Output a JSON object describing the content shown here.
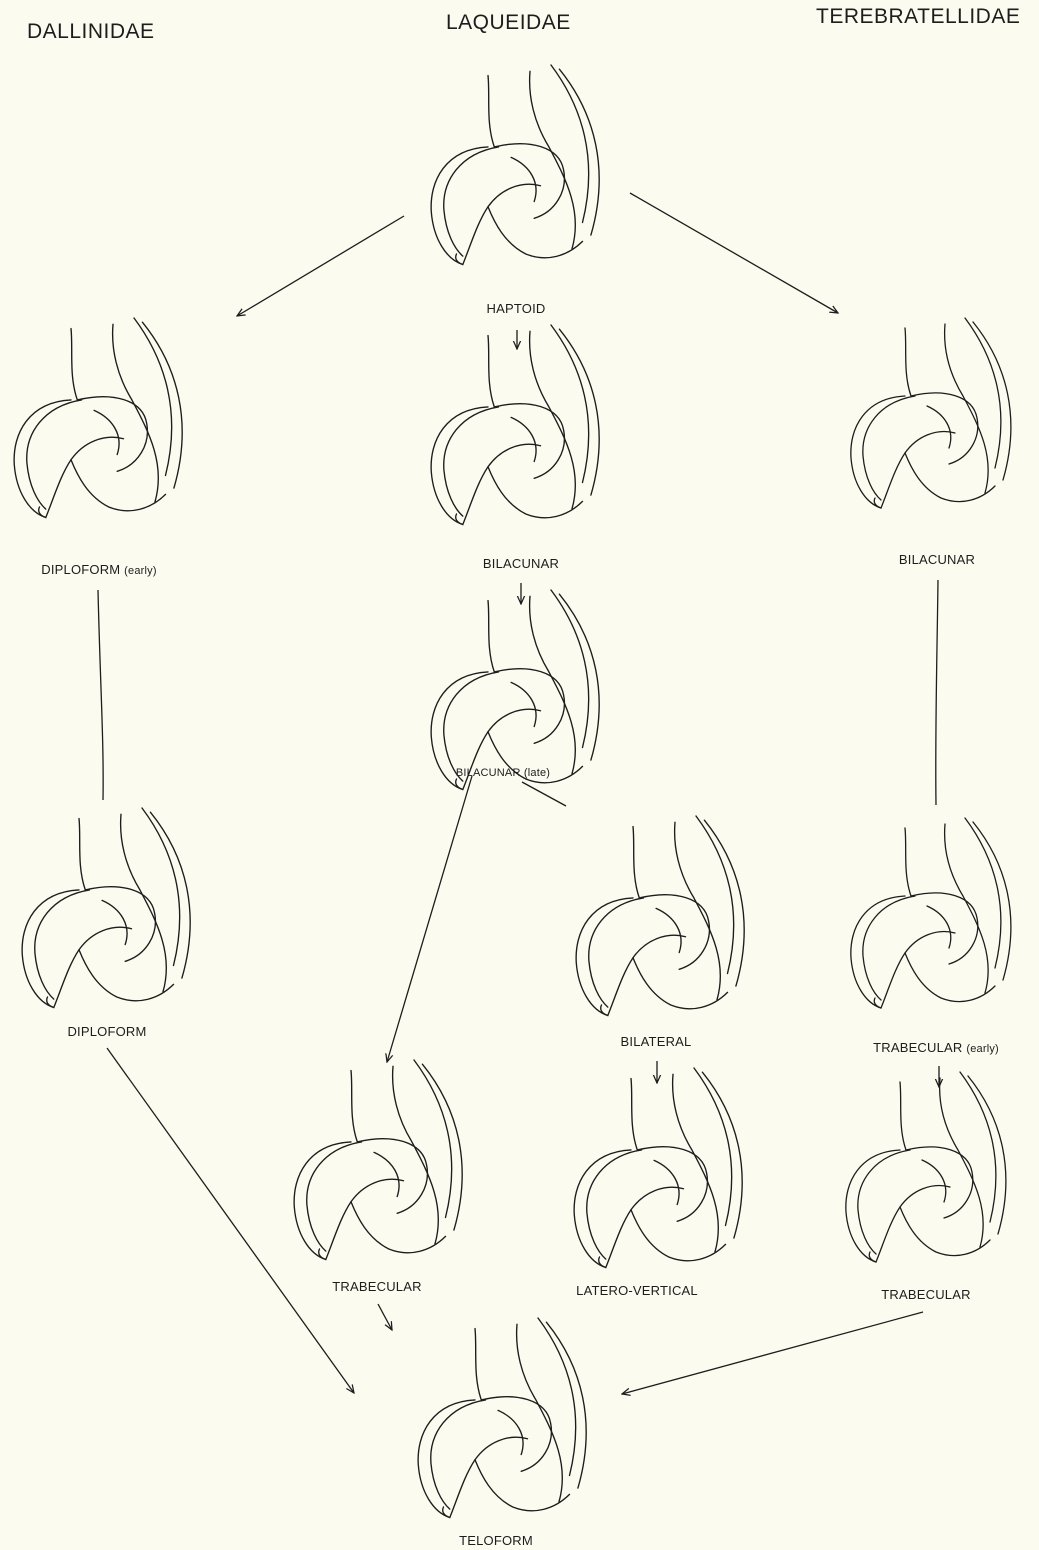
{
  "headers": {
    "dallinidae": "DALLINIDAE",
    "laqueidae": "LAQUEIDAE",
    "terebratellidae": "TEREBRATELLIDAE"
  },
  "stages": {
    "haptoid": {
      "name": "HAPTOID"
    },
    "diploform_early": {
      "name": "DIPLOFORM",
      "qualifier": "(early)"
    },
    "bilacunar_center": {
      "name": "BILACUNAR"
    },
    "bilacunar_right": {
      "name": "BILACUNAR"
    },
    "bilacunar_late": {
      "name": "BILACUNAR",
      "qualifier": "(late)"
    },
    "diploform": {
      "name": "DIPLOFORM"
    },
    "bilateral": {
      "name": "BILATERAL"
    },
    "trabecular_early": {
      "name": "TRABECULAR",
      "qualifier": "(early)"
    },
    "trabecular_center": {
      "name": "TRABECULAR"
    },
    "latero_vertical": {
      "name": "LATERO-VERTICAL"
    },
    "trabecular_right": {
      "name": "TRABECULAR"
    },
    "teloform": {
      "name": "TELOFORM"
    }
  },
  "colors": {
    "background": "#fbfbf0",
    "ink": "#1d1d1d"
  }
}
